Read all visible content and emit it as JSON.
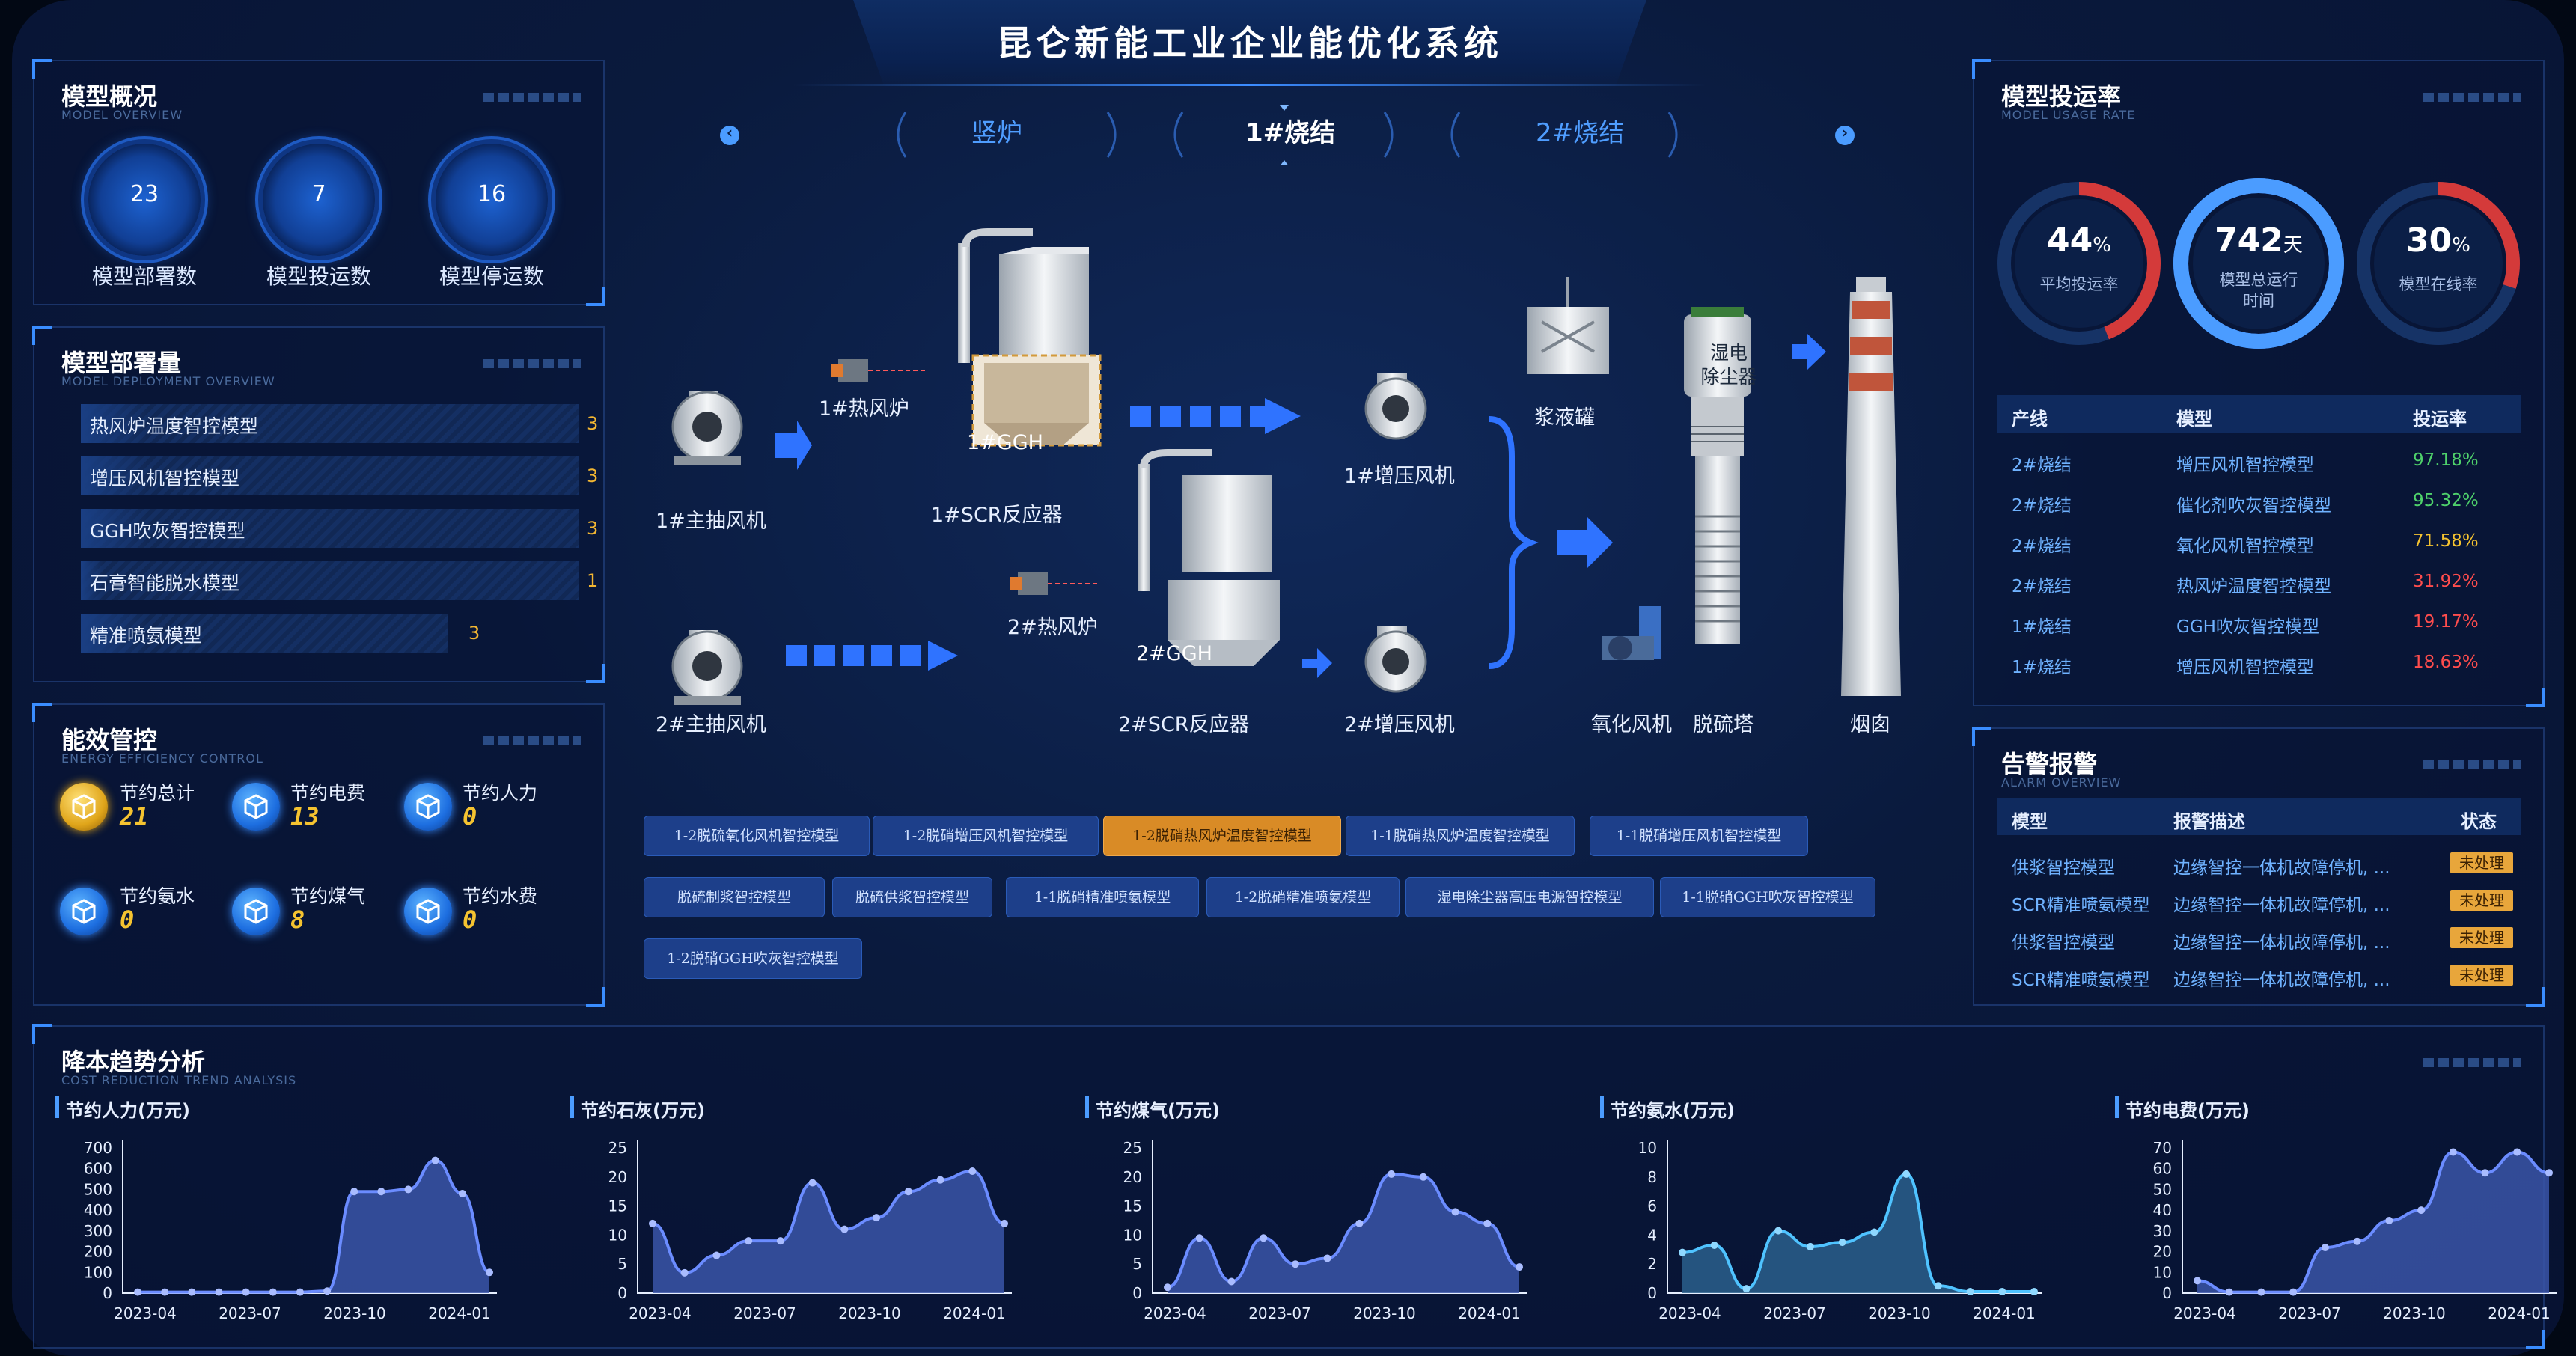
{
  "title": "昆仑新能工业企业能优化系统",
  "colors": {
    "accent": "#3a8dff",
    "warning": "#e8a63b",
    "good": "#4fd26b",
    "mid": "#f5c330",
    "bad": "#ff4d4d"
  },
  "overview": {
    "title": "模型概况",
    "subtitle": "MODEL OVERVIEW",
    "items": [
      {
        "value": "23",
        "label": "模型部署数"
      },
      {
        "value": "7",
        "label": "模型投运数"
      },
      {
        "value": "16",
        "label": "模型停运数"
      }
    ]
  },
  "deployment": {
    "title": "模型部署量",
    "subtitle": "MODEL DEPLOYMENT OVERVIEW",
    "items": [
      {
        "label": "热风炉温度智控模型",
        "value": "3"
      },
      {
        "label": "增压风机智控模型",
        "value": "3"
      },
      {
        "label": "GGH吹灰智控模型",
        "value": "3"
      },
      {
        "label": "石膏智能脱水模型",
        "value": "1"
      },
      {
        "label": "精准喷氨模型",
        "value": "3"
      }
    ]
  },
  "energy": {
    "title": "能效管控",
    "subtitle": "ENERGY EFFICIENCY CONTROL",
    "items": [
      {
        "label": "节约总计",
        "value": "21",
        "icon": "gold-cube-icon"
      },
      {
        "label": "节约电费",
        "value": "13",
        "icon": "cube-icon"
      },
      {
        "label": "节约人力",
        "value": "0",
        "icon": "cube-icon"
      },
      {
        "label": "节约氨水",
        "value": "0",
        "icon": "cube-icon"
      },
      {
        "label": "节约煤气",
        "value": "8",
        "icon": "cube-icon"
      },
      {
        "label": "节约水费",
        "value": "0",
        "icon": "cube-icon"
      }
    ]
  },
  "tabs": {
    "items": [
      "竖炉",
      "1#烧结",
      "2#烧结"
    ],
    "active": 1
  },
  "process": {
    "labels": {
      "main_fan_1": "1#主抽风机",
      "main_fan_2": "2#主抽风机",
      "hot_furnace_1": "1#热风炉",
      "hot_furnace_2": "2#热风炉",
      "scr_1": "1#SCR反应器",
      "scr_2": "2#SCR反应器",
      "ggh_1": "1#GGH",
      "ggh_2": "2#GGH",
      "booster_1": "1#增压风机",
      "booster_2": "2#增压风机",
      "slurry_tank": "浆液罐",
      "wet_esp": "湿电\n除尘器",
      "oxidation_fan": "氧化风机",
      "desulfurization_tower": "脱硫塔",
      "chimney": "烟囱"
    }
  },
  "model_chips": {
    "items": [
      "1-2脱硫氧化风机智控模型",
      "1-2脱硝增压风机智控模型",
      "1-2脱硝热风炉温度智控模型",
      "1-1脱硝热风炉温度智控模型",
      "1-1脱硝增压风机智控模型",
      "脱硫制浆智控模型",
      "脱硫供浆智控模型",
      "1-1脱硝精准喷氨模型",
      "1-2脱硝精准喷氨模型",
      "湿电除尘器高压电源智控模型",
      "1-1脱硝GGH吹灰智控模型",
      "1-2脱硝GGH吹灰智控模型"
    ],
    "active": 2
  },
  "usage_rate": {
    "title": "模型投运率",
    "subtitle": "MODEL USAGE RATE",
    "gauges": [
      {
        "value": "44",
        "unit": "%",
        "label": "平均投运率",
        "fraction": 0.44
      },
      {
        "value": "742",
        "unit": "天",
        "label": "模型总运行\n时间",
        "fraction": 1.0
      },
      {
        "value": "30",
        "unit": "%",
        "label": "模型在线率",
        "fraction": 0.3
      }
    ],
    "table": {
      "headers": [
        "产线",
        "模型",
        "投运率"
      ],
      "rows": [
        {
          "line": "2#烧结",
          "model": "增压风机智控模型",
          "rate": "97.18%",
          "level": "good"
        },
        {
          "line": "2#烧结",
          "model": "催化剂吹灰智控模型",
          "rate": "95.32%",
          "level": "good"
        },
        {
          "line": "2#烧结",
          "model": "氧化风机智控模型",
          "rate": "71.58%",
          "level": "mid"
        },
        {
          "line": "2#烧结",
          "model": "热风炉温度智控模型",
          "rate": "31.92%",
          "level": "bad"
        },
        {
          "line": "1#烧结",
          "model": "GGH吹灰智控模型",
          "rate": "19.17%",
          "level": "bad"
        },
        {
          "line": "1#烧结",
          "model": "增压风机智控模型",
          "rate": "18.63%",
          "level": "bad"
        }
      ]
    }
  },
  "alarms": {
    "title": "告警报警",
    "subtitle": "ALARM OVERVIEW",
    "headers": [
      "模型",
      "报警描述",
      "状态"
    ],
    "rows": [
      {
        "model": "供浆智控模型",
        "desc": "边缘智控一体机故障停机, ...",
        "status": "未处理"
      },
      {
        "model": "SCR精准喷氨模型",
        "desc": "边缘智控一体机故障停机, ...",
        "status": "未处理"
      },
      {
        "model": "供浆智控模型",
        "desc": "边缘智控一体机故障停机, ...",
        "status": "未处理"
      },
      {
        "model": "SCR精准喷氨模型",
        "desc": "边缘智控一体机故障停机, ...",
        "status": "未处理"
      }
    ]
  },
  "trend": {
    "title": "降本趋势分析",
    "subtitle": "COST REDUCTION TREND ANALYSIS"
  },
  "chart_data": [
    {
      "type": "area",
      "title": "节约人力(万元)",
      "x_ticks": [
        "2023-04",
        "2023-07",
        "2023-10",
        "2024-01"
      ],
      "ylim": [
        0,
        700
      ],
      "yticks": [
        0,
        100,
        200,
        300,
        400,
        500,
        600,
        700
      ],
      "values": [
        5,
        5,
        5,
        5,
        5,
        5,
        5,
        10,
        490,
        490,
        500,
        640,
        480,
        100
      ]
    },
    {
      "type": "area",
      "title": "节约石灰(万元)",
      "x_ticks": [
        "2023-04",
        "2023-07",
        "2023-10",
        "2024-01"
      ],
      "ylim": [
        0,
        25
      ],
      "yticks": [
        0,
        5,
        10,
        15,
        20,
        25
      ],
      "values": [
        12,
        3.5,
        6.5,
        9,
        9,
        19,
        11,
        13,
        17.5,
        19.5,
        21,
        12
      ]
    },
    {
      "type": "area",
      "title": "节约煤气(万元)",
      "x_ticks": [
        "2023-04",
        "2023-07",
        "2023-10",
        "2024-01"
      ],
      "ylim": [
        0,
        25
      ],
      "yticks": [
        0,
        5,
        10,
        15,
        20,
        25
      ],
      "values": [
        1,
        9.5,
        2,
        9.5,
        5,
        6,
        12,
        20.5,
        20,
        14,
        12,
        4.5
      ]
    },
    {
      "type": "area",
      "title": "节约氨水(万元)",
      "x_ticks": [
        "2023-04",
        "2023-07",
        "2023-10",
        "2024-01"
      ],
      "ylim": [
        0,
        10
      ],
      "yticks": [
        0,
        2,
        4,
        6,
        8,
        10
      ],
      "values": [
        2.8,
        3.3,
        0.3,
        4.3,
        3.2,
        3.5,
        4.2,
        8.2,
        0.5,
        0.1,
        0.1,
        0.1
      ]
    },
    {
      "type": "area",
      "title": "节约电费(万元)",
      "x_ticks": [
        "2023-04",
        "2023-07",
        "2023-10",
        "2024-01"
      ],
      "ylim": [
        0,
        70
      ],
      "yticks": [
        0,
        10,
        20,
        30,
        40,
        50,
        60,
        70
      ],
      "values": [
        6,
        0.5,
        0.5,
        0.5,
        22,
        25,
        35,
        40,
        68,
        58,
        68,
        58
      ]
    }
  ]
}
